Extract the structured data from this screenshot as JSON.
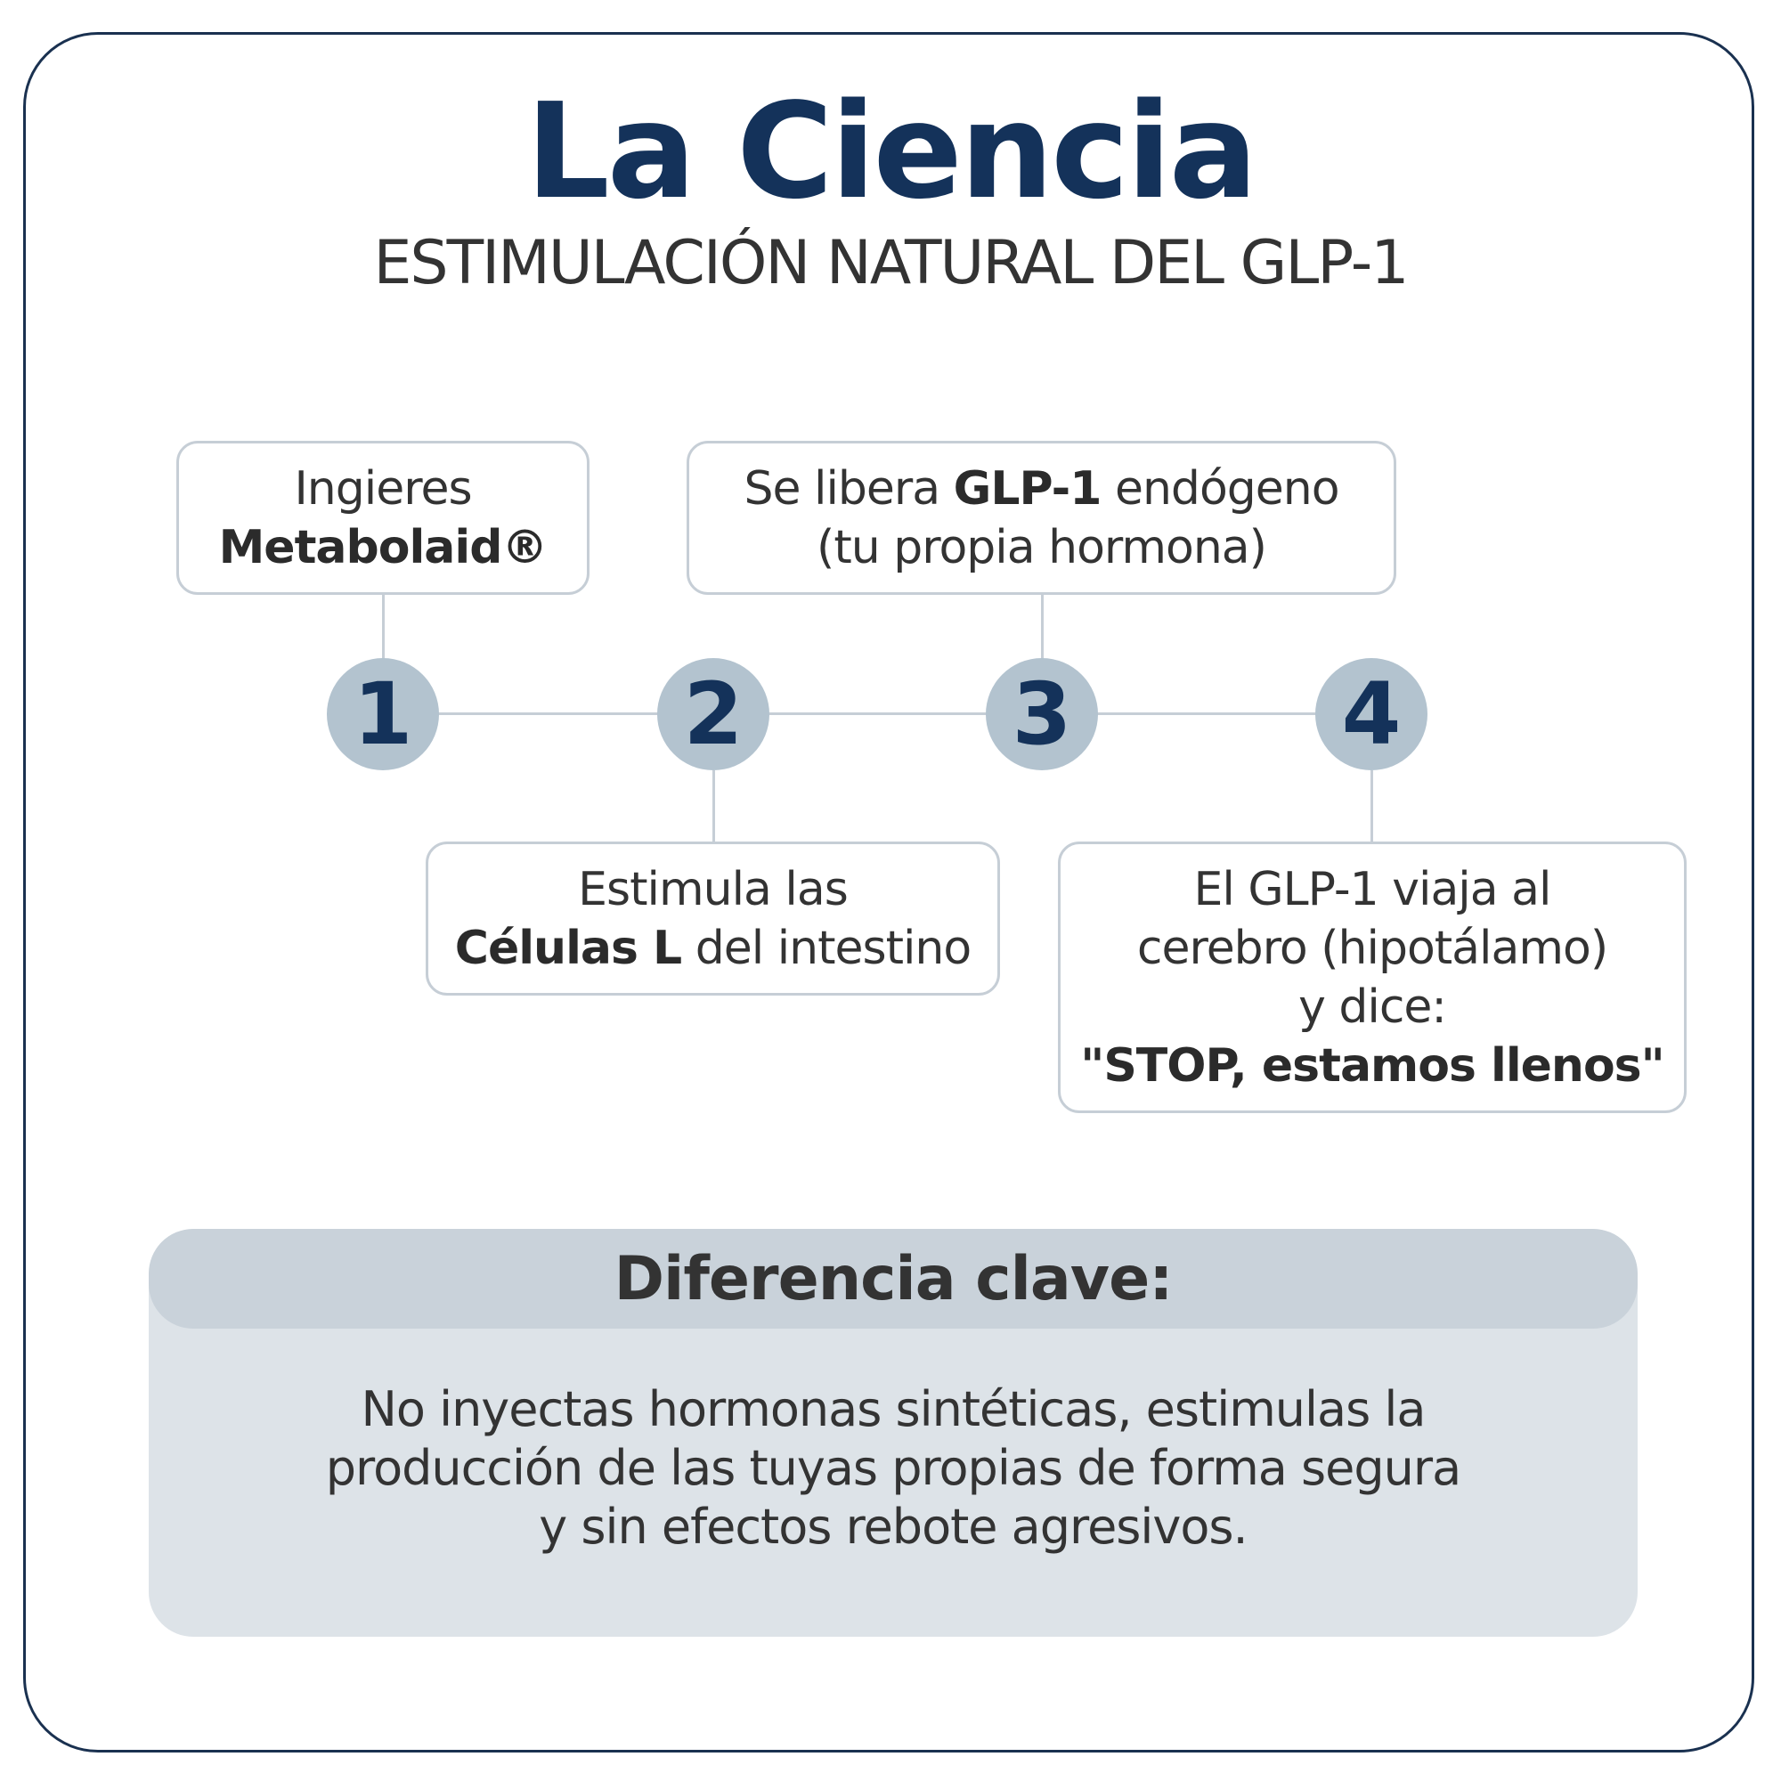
{
  "header": {
    "title": "La Ciencia",
    "subtitle": "ESTIMULACIÓN NATURAL DEL GLP-1"
  },
  "steps": [
    {
      "number": "1",
      "lines": [
        [
          {
            "text": "Ingieres",
            "bold": false
          }
        ],
        [
          {
            "text": "Metabolaid®",
            "bold": true
          }
        ]
      ]
    },
    {
      "number": "2",
      "lines": [
        [
          {
            "text": "Estimula las",
            "bold": false
          }
        ],
        [
          {
            "text": "Células L",
            "bold": true
          },
          {
            "text": " del intestino",
            "bold": false
          }
        ]
      ]
    },
    {
      "number": "3",
      "lines": [
        [
          {
            "text": "Se libera ",
            "bold": false
          },
          {
            "text": "GLP-1",
            "bold": true
          },
          {
            "text": " endógeno",
            "bold": false
          }
        ],
        [
          {
            "text": "(tu propia hormona)",
            "bold": false
          }
        ]
      ]
    },
    {
      "number": "4",
      "lines": [
        [
          {
            "text": "El GLP-1 viaja al",
            "bold": false
          }
        ],
        [
          {
            "text": "cerebro (hipotálamo)",
            "bold": false
          }
        ],
        [
          {
            "text": "y dice:",
            "bold": false
          }
        ],
        [
          {
            "text": "\"STOP, estamos llenos\"",
            "bold": true
          }
        ]
      ]
    }
  ],
  "key_difference": {
    "heading": "Diferencia clave:",
    "body_lines": [
      "No inyectas hormonas sintéticas, estimulas la",
      "producción de las tuyas propias de forma segura",
      "y sin efectos rebote agresivos."
    ]
  },
  "colors": {
    "title": "#14325a",
    "circle": "#b3c3cf",
    "border": "#c6ced6",
    "panel": "#dde3e8",
    "panel_header": "#c9d2da"
  }
}
